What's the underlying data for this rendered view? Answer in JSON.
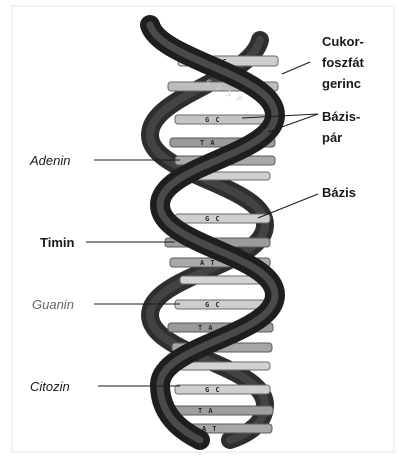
{
  "labels": {
    "backbone": [
      "Cukor-",
      "foszfát",
      "gerinc"
    ],
    "base_pair": [
      "Bázis-",
      "pár"
    ],
    "base": "Bázis",
    "adenine": "Adenin",
    "thymine": "Timin",
    "guanine": "Guanin",
    "cytosine": "Citozin"
  },
  "colors": {
    "strand": "#3a3a3a",
    "strand_dark": "#1f1f1f",
    "rung_light": "#c8c8c8",
    "rung_dark": "#8a8a8a",
    "leader": "#1a1a1a"
  }
}
